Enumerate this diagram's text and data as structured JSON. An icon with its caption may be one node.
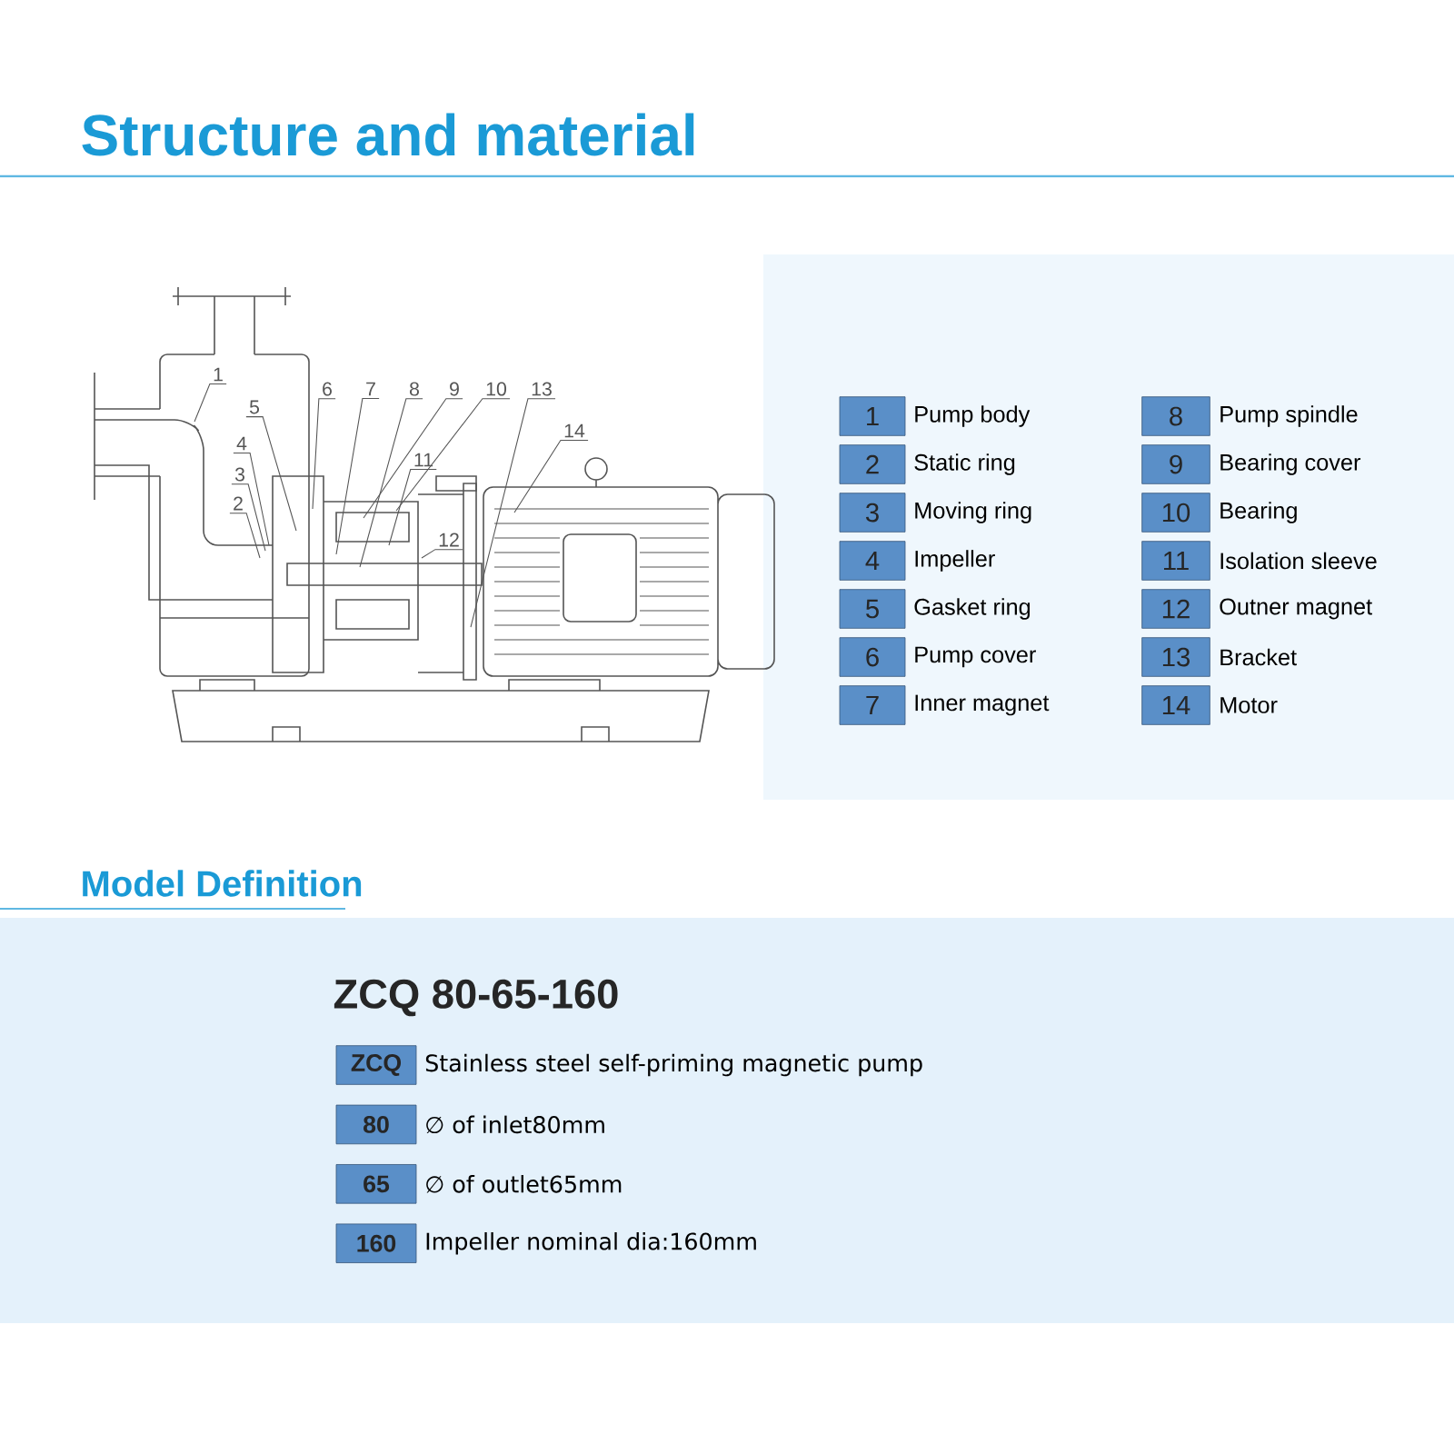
{
  "diagram": {
    "title": "Structure and material",
    "nodes": [
      {
        "text": [
          "1"
        ]
      },
      {
        "text": [
          "2"
        ]
      },
      {
        "text": [
          "3"
        ]
      },
      {
        "text": [
          "4"
        ]
      },
      {
        "text": [
          "5"
        ]
      },
      {
        "text": [
          "6"
        ]
      },
      {
        "text": [
          "7"
        ]
      },
      {
        "text": [
          "8"
        ]
      },
      {
        "text": [
          "9"
        ]
      },
      {
        "text": [
          "10"
        ]
      },
      {
        "text": [
          "11"
        ]
      },
      {
        "text": [
          "12"
        ]
      },
      {
        "text": [
          "13"
        ]
      },
      {
        "text": [
          "14"
        ]
      },
      {
        "text": [
          "1"
        ],
        "beside": [
          "Pump body"
        ]
      },
      {
        "text": [
          "2"
        ],
        "beside": [
          "Static ring"
        ]
      },
      {
        "text": [
          "3"
        ],
        "beside": [
          "Moving ring"
        ]
      },
      {
        "text": [
          "4"
        ],
        "beside": [
          "Impeller"
        ]
      },
      {
        "text": [
          "5"
        ],
        "beside": [
          "Gasket ring"
        ]
      },
      {
        "text": [
          "6"
        ],
        "beside": [
          "Pump cover"
        ]
      },
      {
        "text": [
          "7"
        ],
        "beside": [
          "Inner magnet"
        ]
      },
      {
        "text": [
          "8"
        ],
        "beside": [
          "Pump spindle"
        ]
      },
      {
        "text": [
          "9"
        ],
        "beside": [
          "Bearing cover"
        ]
      },
      {
        "text": [
          "10"
        ],
        "beside": [
          "Bearing"
        ]
      },
      {
        "text": [
          "11"
        ],
        "beside": [
          "Isolation sleeve"
        ]
      },
      {
        "text": [
          "12"
        ],
        "beside": [
          "Outner magnet"
        ]
      },
      {
        "text": [
          "13"
        ],
        "beside": [
          "Bracket"
        ]
      },
      {
        "text": [
          "14"
        ],
        "beside": [
          "Motor"
        ]
      },
      {
        "text": [
          "ZCQ"
        ],
        "beside": [
          "Stainless steel self-priming magnetic pump"
        ]
      },
      {
        "text": [
          "80"
        ],
        "beside": [
          "∅ of inlet80mm"
        ]
      },
      {
        "text": [
          "65"
        ],
        "beside": [
          "∅ of outlet65mm"
        ]
      },
      {
        "text": [
          "160"
        ],
        "beside": [
          "Impeller nominal dia:160mm"
        ]
      }
    ],
    "edges": [
      {
        "from": 0,
        "to": null,
        "arrow": "none"
      },
      {
        "from": 1,
        "to": null,
        "arrow": "none"
      },
      {
        "from": 2,
        "to": null,
        "arrow": "none"
      },
      {
        "from": 3,
        "to": null,
        "arrow": "none"
      },
      {
        "from": 4,
        "to": null,
        "arrow": "none"
      },
      {
        "from": 5,
        "to": null,
        "arrow": "none"
      },
      {
        "from": 6,
        "to": null,
        "arrow": "none"
      },
      {
        "from": 7,
        "to": null,
        "arrow": "none"
      },
      {
        "from": 8,
        "to": null,
        "arrow": "none"
      },
      {
        "from": 9,
        "to": null,
        "arrow": "none"
      },
      {
        "from": 10,
        "to": null,
        "arrow": "none"
      },
      {
        "from": 11,
        "to": null,
        "arrow": "none"
      },
      {
        "from": 12,
        "to": null,
        "arrow": "none"
      },
      {
        "from": 13,
        "to": null,
        "arrow": "none"
      }
    ],
    "labels": [
      "Model Definition",
      "ZCQ 80-65-160"
    ]
  }
}
